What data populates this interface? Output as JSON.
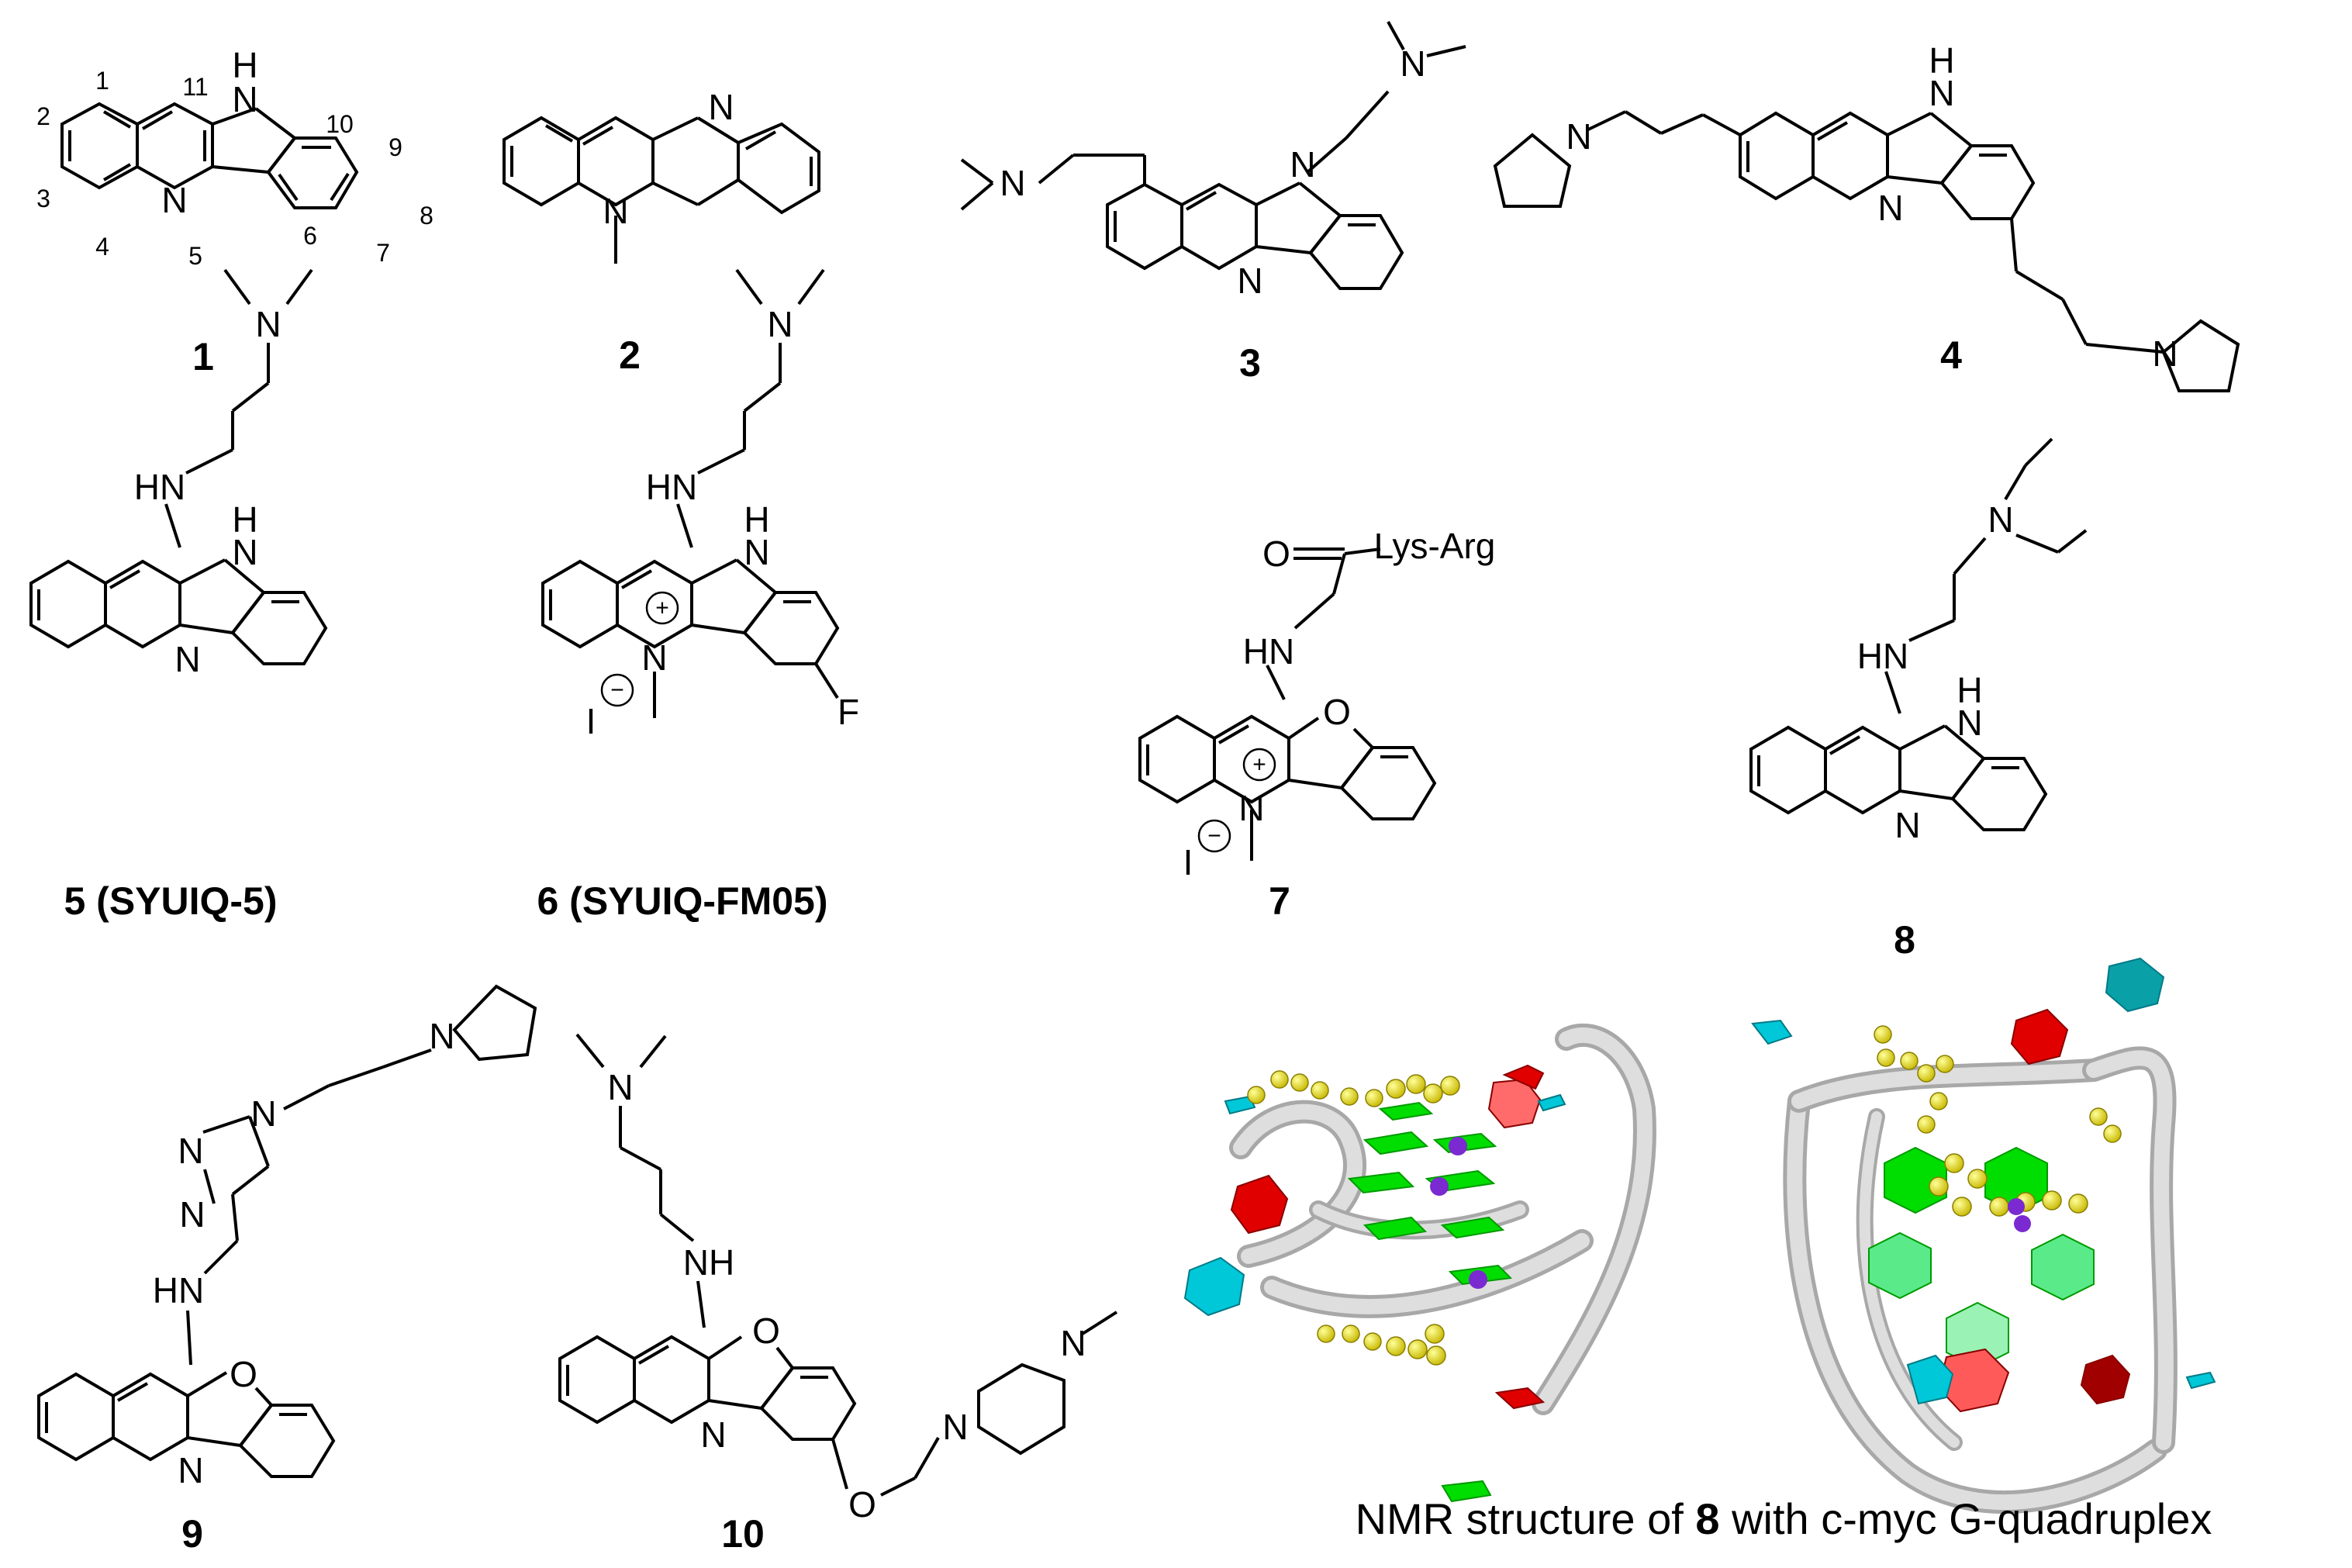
{
  "compounds": [
    {
      "id": "c1",
      "label": "1",
      "atoms": {
        "nh": "H",
        "n": "N",
        "n5": "N"
      },
      "numbers": [
        "1",
        "2",
        "3",
        "4",
        "5",
        "6",
        "7",
        "8",
        "9",
        "10",
        "11"
      ]
    },
    {
      "id": "c2",
      "label": "2",
      "atoms": {
        "n1": "N",
        "n2": "N"
      }
    },
    {
      "id": "c3",
      "label": "3",
      "atoms": {
        "n1": "N",
        "n2": "N",
        "n3": "N",
        "n4": "N"
      }
    },
    {
      "id": "c4",
      "label": "4",
      "atoms": {
        "nh": "H",
        "n": "N",
        "n5": "N",
        "p1": "N",
        "p2": "N"
      }
    },
    {
      "id": "c5",
      "label": "5 (SYUIQ-5)",
      "atoms": {
        "nme": "N",
        "hn": "HN",
        "h": "H",
        "n": "N",
        "n5": "N"
      }
    },
    {
      "id": "c6",
      "label": "6 (SYUIQ-FM05)",
      "atoms": {
        "nme": "N",
        "hn": "HN",
        "h": "H",
        "n": "N",
        "n5": "N",
        "i": "I",
        "f": "F"
      }
    },
    {
      "id": "c7",
      "label": "7",
      "atoms": {
        "o1": "O",
        "peptide": "Lys-Arg",
        "hn": "HN",
        "o2": "O",
        "n5": "N",
        "i": "I"
      }
    },
    {
      "id": "c8",
      "label": "8",
      "atoms": {
        "net": "N",
        "hn": "HN",
        "h": "H",
        "n": "N",
        "n5": "N"
      }
    },
    {
      "id": "c9",
      "label": "9",
      "atoms": {
        "pn": "N",
        "t1": "N",
        "t2": "N",
        "t3": "N",
        "hn": "HN",
        "o": "O",
        "n5": "N"
      }
    },
    {
      "id": "c10",
      "label": "10",
      "atoms": {
        "nme": "N",
        "nh": "NH",
        "o": "O",
        "n5": "N",
        "o2": "O",
        "pz1": "N",
        "pz2": "N"
      }
    }
  ],
  "caption": {
    "pre": "NMR structure of ",
    "bold": "8",
    "post": " with c-myc G-quadruplex"
  },
  "colors": {
    "ligand": "#e8e000",
    "guanine": "#00dd00",
    "adenine": "#e00000",
    "thymine": "#00c8d8",
    "backbone": "#d4d4d4",
    "ion": "#7a2ad0"
  }
}
